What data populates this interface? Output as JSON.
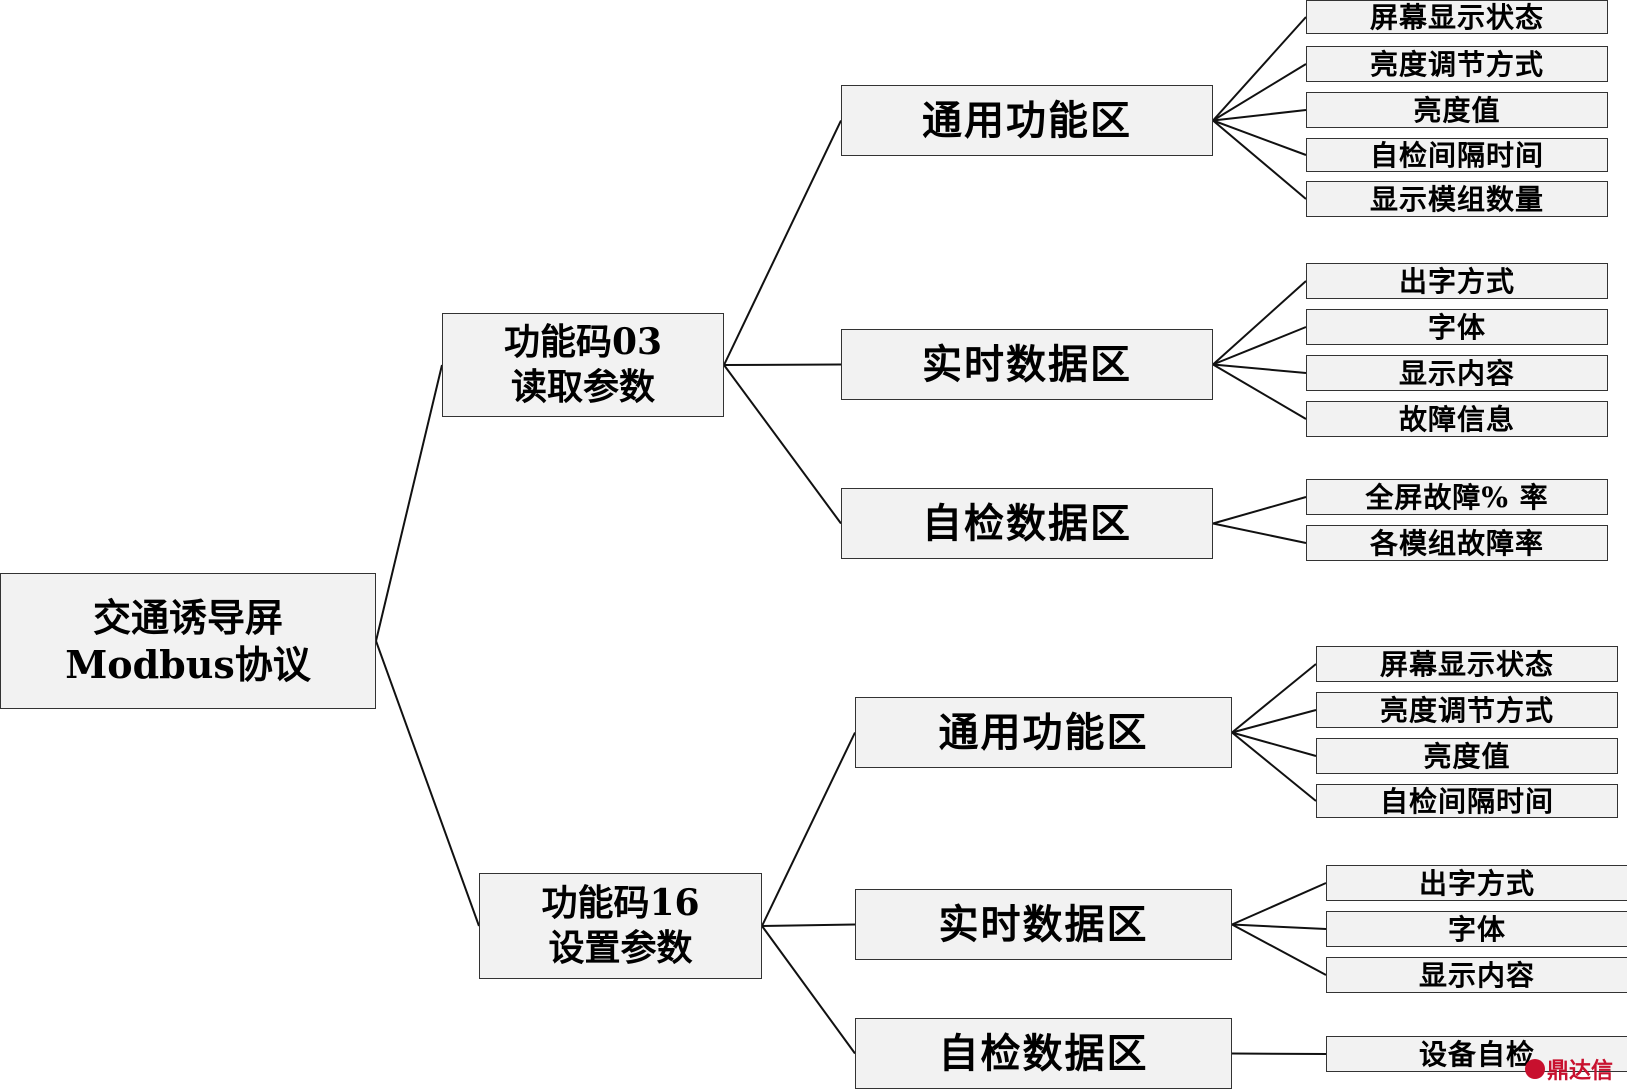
{
  "root": {
    "label": "交通诱导屏\nModbus协议"
  },
  "branches": [
    {
      "label": "功能码03\n读取参数",
      "areas": [
        {
          "label": "通用功能区",
          "items": [
            "屏幕显示状态",
            "亮度调节方式",
            "亮度值",
            "自检间隔时间",
            "显示模组数量"
          ]
        },
        {
          "label": "实时数据区",
          "items": [
            "出字方式",
            "字体",
            "显示内容",
            "故障信息"
          ]
        },
        {
          "label": "自检数据区",
          "items": [
            "全屏故障% 率",
            "各模组故障率"
          ]
        }
      ]
    },
    {
      "label": "功能码16\n设置参数",
      "areas": [
        {
          "label": "通用功能区",
          "items": [
            "屏幕显示状态",
            "亮度调节方式",
            "亮度值",
            "自检间隔时间"
          ]
        },
        {
          "label": "实时数据区",
          "items": [
            "出字方式",
            "字体",
            "显示内容"
          ]
        },
        {
          "label": "自检数据区",
          "items": [
            "设备自检"
          ]
        }
      ]
    }
  ],
  "watermark": "鼎达信"
}
